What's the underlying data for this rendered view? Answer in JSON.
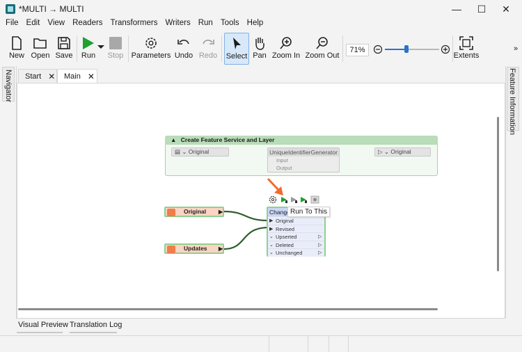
{
  "window": {
    "title": "*MULTI → MULTI",
    "controls": {
      "minimize": "—",
      "maximize": "☐",
      "close": "✕"
    }
  },
  "menu": [
    "File",
    "Edit",
    "View",
    "Readers",
    "Transformers",
    "Writers",
    "Run",
    "Tools",
    "Help"
  ],
  "toolbar": {
    "new": "New",
    "open": "Open",
    "save": "Save",
    "run": "Run",
    "stop": "Stop",
    "parameters": "Parameters",
    "undo": "Undo",
    "redo": "Redo",
    "select": "Select",
    "pan": "Pan",
    "zoom_in": "Zoom In",
    "zoom_out": "Zoom Out",
    "zoom_level": "71%",
    "zoom_slider": 0.4,
    "extents": "Extents",
    "overflow": "»"
  },
  "side_panels": {
    "left": "Navigator",
    "right": "Feature Information"
  },
  "tabs": [
    {
      "label": "Start",
      "close": "✕"
    },
    {
      "label": "Main",
      "close": "✕",
      "active": true
    }
  ],
  "canvas": {
    "bookmark": {
      "title": "Create Feature Service and Layer",
      "collapse": "▲",
      "input_feature": "Original",
      "transformer": {
        "name": "UniqueIdentifierGenerator",
        "ports": [
          "Input",
          "Output"
        ]
      },
      "output_feature": "Original"
    },
    "readers": [
      {
        "label": "Original"
      },
      {
        "label": "Updates"
      }
    ],
    "change_detector": {
      "title": "ChangeDetector",
      "ports": [
        "Original",
        "Revised",
        "Upserted",
        "Deleted",
        "Unchanged"
      ]
    },
    "tooltip": "Run To This"
  },
  "bottom_tabs": [
    "Visual Preview",
    "Translation Log"
  ],
  "colors": {
    "run_green": "#1fa02f",
    "select_bg": "#d7e8f8",
    "bookmark": "#b9dcb9",
    "reader": "#fcd4c3",
    "arrow": "#f26c2a"
  }
}
